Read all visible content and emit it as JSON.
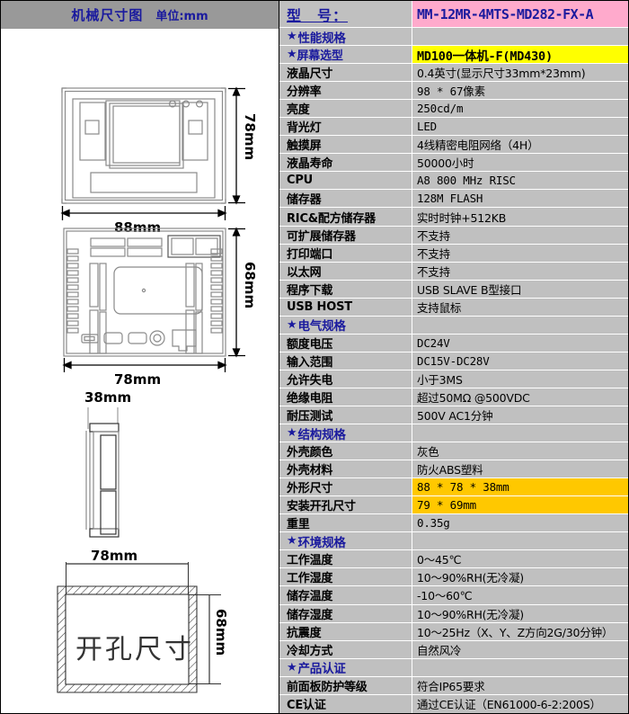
{
  "drawing_panel": {
    "header": {
      "title": "机械尺寸图",
      "unit": "单位:mm"
    },
    "views": [
      {
        "name": "front-view",
        "width_label": "88mm",
        "height_label": "78mm"
      },
      {
        "name": "rear-view",
        "width_label": "78mm",
        "height_label": "68mm"
      },
      {
        "name": "side-view",
        "depth_label": "38mm"
      },
      {
        "name": "panel-cutout-view",
        "width_label": "78mm",
        "height_label": "68mm",
        "caption": "开孔尺寸"
      }
    ]
  },
  "spec_table": {
    "model_row": {
      "label": "型　号：",
      "value": "MM-12MR-4MTS-MD282-FX-A"
    },
    "rows": [
      {
        "type": "section",
        "label": "★性能规格",
        "value": ""
      },
      {
        "type": "data",
        "label": "★屏幕选型",
        "value": "MD100一体机-F(MD430)",
        "highlight": "yellow",
        "label_accent": true
      },
      {
        "type": "data",
        "label": "液晶尺寸",
        "value": "0.4英寸(显示尺寸33mm*23mm)"
      },
      {
        "type": "data",
        "label": "分辨率",
        "value": "98 * 67像素",
        "mono": true
      },
      {
        "type": "data",
        "label": "亮度",
        "value": "250cd/m",
        "mono": true
      },
      {
        "type": "data",
        "label": "背光灯",
        "value": "LED",
        "mono": true
      },
      {
        "type": "data",
        "label": "触摸屏",
        "value": "4线精密电阻网络（4H）"
      },
      {
        "type": "data",
        "label": "液晶寿命",
        "value": "50000小时"
      },
      {
        "type": "data",
        "label": "CPU",
        "value": "A8 800 MHz RISC",
        "mono": true
      },
      {
        "type": "data",
        "label": "储存器",
        "value": "128M FLASH",
        "mono": true
      },
      {
        "type": "data",
        "label": "RIC&配方储存器",
        "value": "实时时钟+512KB"
      },
      {
        "type": "data",
        "label": "可扩展储存器",
        "value": "不支持"
      },
      {
        "type": "data",
        "label": "打印端口",
        "value": "不支持"
      },
      {
        "type": "data",
        "label": "以太网",
        "value": "不支持"
      },
      {
        "type": "data",
        "label": "程序下载",
        "value": "USB SLAVE B型接口"
      },
      {
        "type": "data",
        "label": "USB HOST",
        "value": "支持鼠标"
      },
      {
        "type": "section",
        "label": "★电气规格",
        "value": ""
      },
      {
        "type": "data",
        "label": "额度电压",
        "value": "DC24V",
        "mono": true
      },
      {
        "type": "data",
        "label": "输入范围",
        "value": "DC15V-DC28V",
        "mono": true
      },
      {
        "type": "data",
        "label": "允许失电",
        "value": "小于3MS"
      },
      {
        "type": "data",
        "label": "绝缘电阻",
        "value": "超过50MΩ @500VDC"
      },
      {
        "type": "data",
        "label": "耐压测试",
        "value": "500V AC1分钟"
      },
      {
        "type": "section",
        "label": "★结构规格",
        "value": ""
      },
      {
        "type": "data",
        "label": "外壳颜色",
        "value": "灰色"
      },
      {
        "type": "data",
        "label": "外壳材料",
        "value": "防火ABS塑料"
      },
      {
        "type": "data",
        "label": "外形尺寸",
        "value": "88 * 78 * 38mm",
        "highlight": "gold"
      },
      {
        "type": "data",
        "label": "安装开孔尺寸",
        "value": "79 * 69mm",
        "highlight": "gold"
      },
      {
        "type": "data",
        "label": "重里",
        "value": "0.35g",
        "mono": true
      },
      {
        "type": "section",
        "label": "★环境规格",
        "value": ""
      },
      {
        "type": "data",
        "label": "工作温度",
        "value": "0～45℃"
      },
      {
        "type": "data",
        "label": "工作湿度",
        "value": "10～90%RH(无冷凝)"
      },
      {
        "type": "data",
        "label": "储存温度",
        "value": "-10～60℃"
      },
      {
        "type": "data",
        "label": "储存湿度",
        "value": "10～90%RH(无冷凝)"
      },
      {
        "type": "data",
        "label": "抗震度",
        "value": "10～25Hz（X、Y、Z方向2G/30分钟）"
      },
      {
        "type": "data",
        "label": "冷却方式",
        "value": "自然风冷"
      },
      {
        "type": "section",
        "label": "★产品认证",
        "value": ""
      },
      {
        "type": "data",
        "label": "前面板防护等级",
        "value": "符合IP65要求"
      },
      {
        "type": "data",
        "label": "CE认证",
        "value": "通过CE认证（EN61000-6-2:200S）"
      }
    ]
  },
  "colors": {
    "header_bar": "#999999",
    "table_bg": "#c0c0c0",
    "accent_blue": "#1a1a9e",
    "model_pink": "#ffaacc",
    "highlight_yellow": "#ffff00",
    "highlight_gold": "#ffc800"
  }
}
